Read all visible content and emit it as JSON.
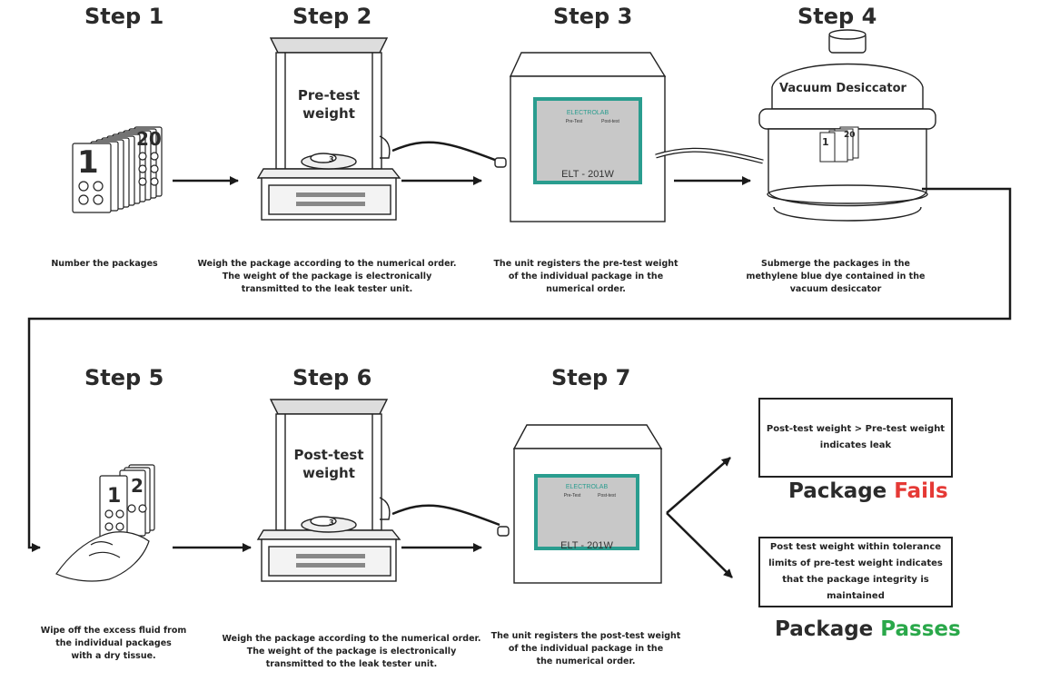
{
  "steps": [
    {
      "title": "Step 1",
      "caption": [
        "Number the packages"
      ]
    },
    {
      "title": "Step 2",
      "caption": [
        "Weigh the package according to the numerical order.",
        "The weight of the package is electronically",
        "transmitted to the leak tester unit."
      ]
    },
    {
      "title": "Step 3",
      "caption": [
        "The unit registers the pre-test weight",
        "of the individual package in the",
        "numerical order."
      ]
    },
    {
      "title": "Step 4",
      "caption": [
        "Submerge the packages in the",
        "methylene blue dye contained in the",
        "vacuum desiccator"
      ]
    },
    {
      "title": "Step 5",
      "caption": [
        "Wipe off the excess fluid from",
        "the individual packages",
        "with a dry tissue."
      ]
    },
    {
      "title": "Step 6",
      "caption": [
        "Weigh the package according to the numerical order.",
        "The weight of the package is electronically",
        "transmitted to the leak tester unit."
      ]
    },
    {
      "title": "Step 7",
      "caption": [
        "The unit registers the post-test weight",
        "of the individual package in the",
        "the numerical order."
      ]
    }
  ],
  "illustrations": {
    "pack_first": "1",
    "pack_last": "20",
    "pack_second": "2",
    "balance_pretest": [
      "Pre-test",
      "weight"
    ],
    "balance_posttest": [
      "Post-test",
      "weight"
    ],
    "pan_number": "3",
    "tester_brand": "ELECTROLAB",
    "tester_model": "ELT - 201W",
    "tester_model_partial": "ELT - 201W",
    "screen_col_pre": "Pre-Test",
    "screen_col_post": "Post-test",
    "desiccator_label": "Vacuum Desiccator"
  },
  "outcomes": {
    "fail_box": [
      "Post-test weight > Pre-test weight",
      "indicates leak"
    ],
    "fail_prefix": "Package",
    "fail_word": "Fails",
    "pass_box": [
      "Post test weight within tolerance",
      "limits of pre-test weight indicates",
      "that the package integrity is maintained"
    ],
    "pass_prefix": "Package",
    "pass_word": "Passes"
  },
  "colors": {
    "fail": "#e53935",
    "pass": "#2aa84a",
    "screen_border": "#2a9d8f",
    "screen_fill": "#c8c8c8",
    "line": "#1a1a1a"
  }
}
